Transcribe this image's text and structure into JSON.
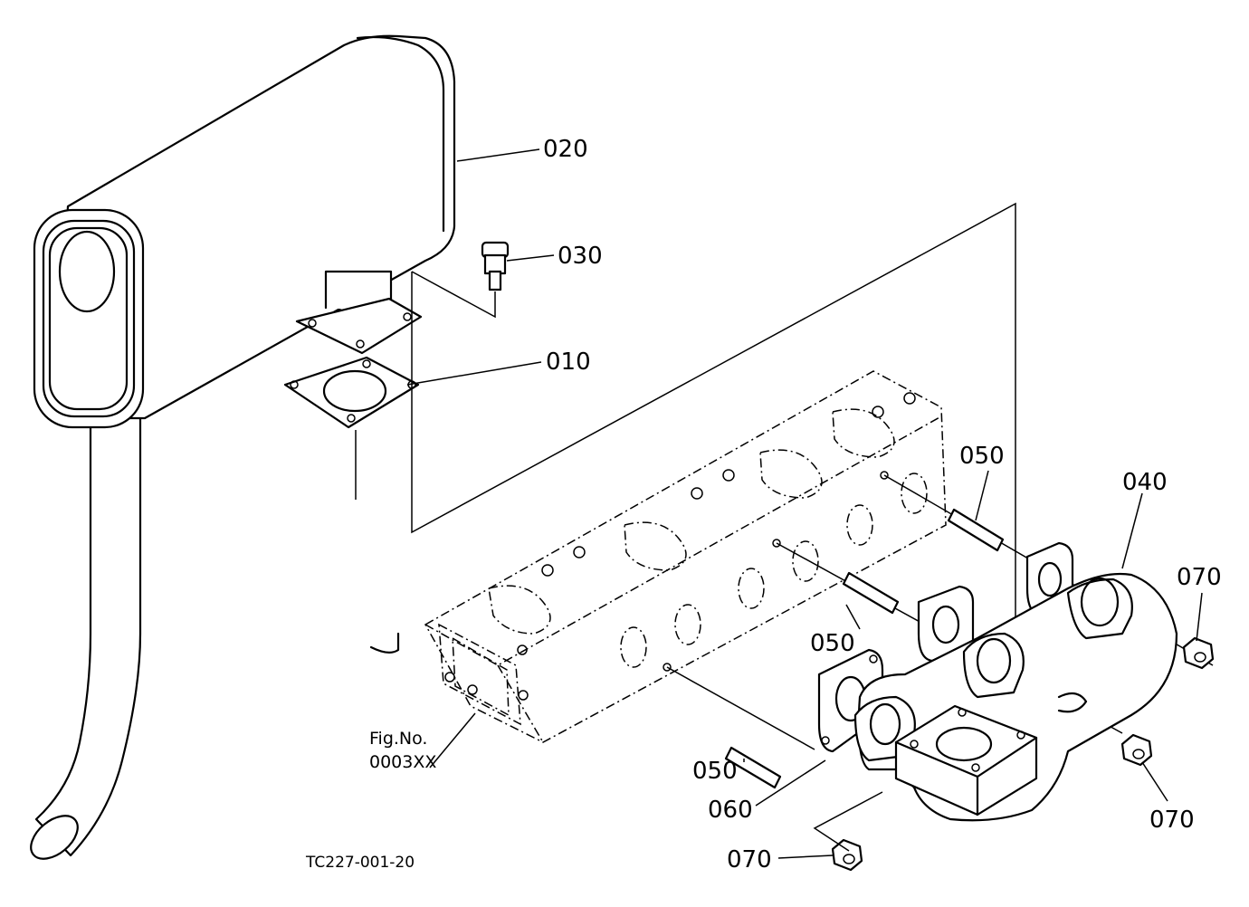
{
  "callouts": {
    "muffler": "020",
    "plug": "030",
    "gasket_muffler": "010",
    "stud_upper": "050",
    "stud_middle": "050",
    "stud_lower": "050",
    "exhaust_manifold": "040",
    "nut_right_upper": "070",
    "nut_right_lower": "070",
    "nut_bottom": "070",
    "gasket_manifold": "060"
  },
  "reference": {
    "fig_label": "Fig.No.",
    "fig_number": "0003XX"
  },
  "drawing_code": "TC227-001-20"
}
